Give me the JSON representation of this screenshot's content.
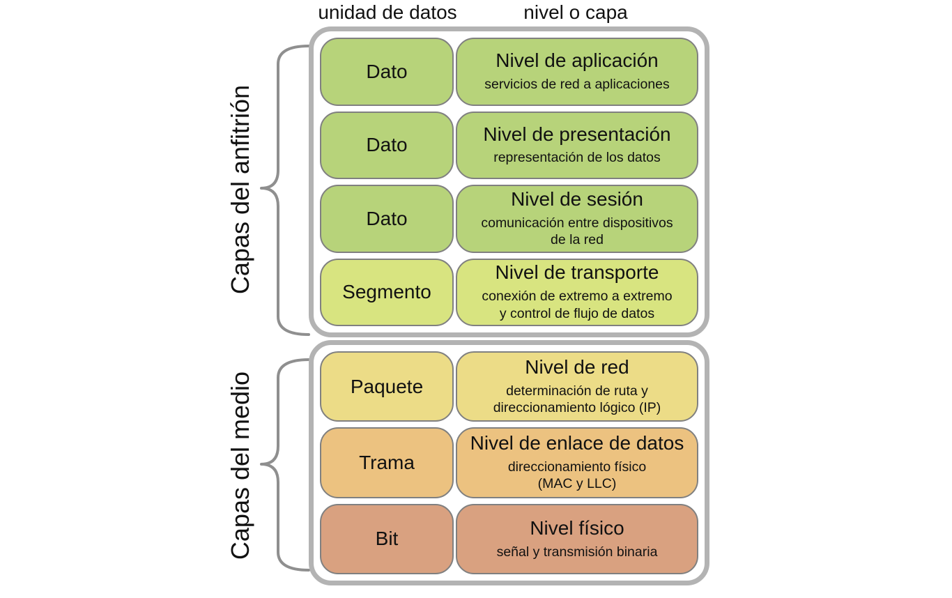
{
  "headers": {
    "unit_column": "unidad de datos",
    "level_column": "nivel o capa"
  },
  "groups": [
    {
      "label": "Capas del anfitrión",
      "rows": [
        {
          "unit": "Dato",
          "level_title": "Nivel de aplicación",
          "level_desc": "servicios de red a aplicaciones",
          "color": "#b7d37a"
        },
        {
          "unit": "Dato",
          "level_title": "Nivel de presentación",
          "level_desc": "representación de los datos",
          "color": "#b7d37a"
        },
        {
          "unit": "Dato",
          "level_title": "Nivel de sesión",
          "level_desc": "comunicación entre dispositivos\nde la red",
          "color": "#b7d37a"
        },
        {
          "unit": "Segmento",
          "level_title": "Nivel de transporte",
          "level_desc": "conexión de extremo a extremo\ny control de flujo de datos",
          "color": "#d8e480"
        }
      ]
    },
    {
      "label": "Capas del medio",
      "rows": [
        {
          "unit": "Paquete",
          "level_title": "Nivel de red",
          "level_desc": "determinación de ruta y\ndireccionamiento lógico (IP)",
          "color": "#ecdc87"
        },
        {
          "unit": "Trama",
          "level_title": "Nivel de enlace de datos",
          "level_desc": "direccionamiento físico\n(MAC y LLC)",
          "color": "#ecc280"
        },
        {
          "unit": "Bit",
          "level_title": "Nivel físico",
          "level_desc": "señal y transmisión binaria",
          "color": "#d9a180"
        }
      ]
    }
  ],
  "colors": {
    "background": "#ffffff",
    "text": "#111111",
    "box_border": "#808080",
    "group_border": "#b3b3b3",
    "brace": "#8f8f8f"
  }
}
